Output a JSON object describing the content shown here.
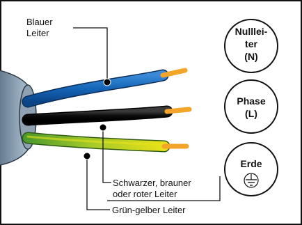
{
  "labels": {
    "blue_line1": "Blauer",
    "blue_line2": "Leiter",
    "black_line1": "Schwarzer, brauner",
    "black_line2": "oder roter Leiter",
    "green": "Grün-gelber Leiter"
  },
  "circles": {
    "neutral": [
      "Nulllei-",
      "ter",
      "(N)"
    ],
    "phase": [
      "Phase",
      "(L)"
    ],
    "earth": "Erde"
  },
  "colors": {
    "frame": "#111111",
    "blue_wire": "#1565b8",
    "black_wire": "#0c0c0c",
    "green_wire": "#9ec428",
    "yellow_stripe": "#e4e21a",
    "copper": "#f3a52a",
    "sheath": "#8a9fb3"
  },
  "icons": {
    "earth_symbol": "ground-icon"
  }
}
